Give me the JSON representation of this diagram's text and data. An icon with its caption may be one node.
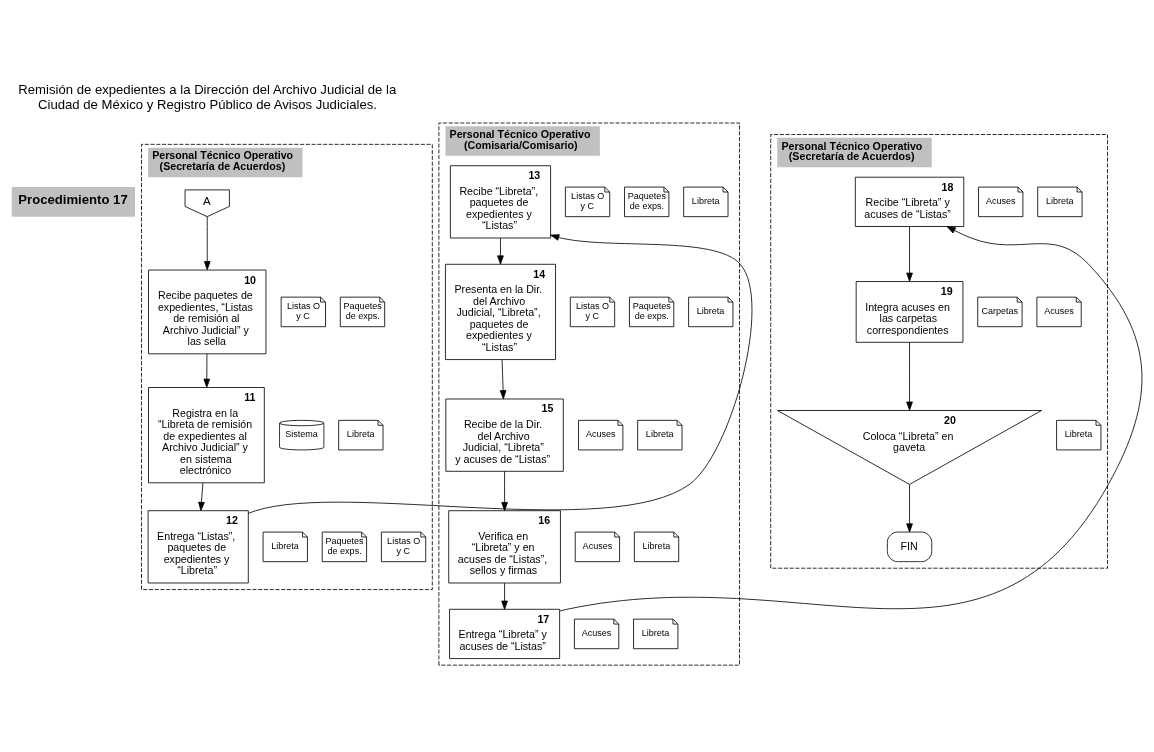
{
  "diagram": {
    "title": "Remisión de expedientes a la Dirección del Archivo Judicial de la Ciudad de México y Registro Público de Avisos Judiciales.",
    "nodes": [
      {
        "text": [
          "Personal Técnico Operativo (Secretaría de Acuerdos)"
        ]
      },
      {
        "text": [
          "Personal Técnico Operativo (Comisaria/Comisario)"
        ]
      },
      {
        "text": [
          "Personal Técnico Operativo (Secretaría de Acuerdos)"
        ]
      },
      {
        "text": [
          "A"
        ],
        "in": 0
      },
      {
        "text": [
          "10",
          "Recibe paquetes de expedientes, “Listas de remisión al Archivo Judicial” y las sella"
        ],
        "in": 0
      },
      {
        "text": [
          "Listas O y C"
        ],
        "in": 0
      },
      {
        "text": [
          "Paquetes de exps."
        ],
        "in": 0
      },
      {
        "text": [
          "11",
          "Registra en la “Libreta de remisión de expedientes al Archivo Judicial” y en sistema electrónico"
        ],
        "in": 0
      },
      {
        "text": [
          "Sistema"
        ],
        "in": 0
      },
      {
        "text": [
          "Libreta"
        ],
        "in": 0
      },
      {
        "text": [
          "12",
          "Entrega “Listas”, paquetes de expedientes y “Libreta”"
        ],
        "in": 0
      },
      {
        "text": [
          "Libreta"
        ],
        "in": 0
      },
      {
        "text": [
          "Paquetes de exps."
        ],
        "in": 0
      },
      {
        "text": [
          "Listas O y C"
        ],
        "in": 0
      },
      {
        "text": [
          "13",
          "Recibe “Libreta”, paquetes de expedientes y “Listas”"
        ],
        "in": 1
      },
      {
        "text": [
          "Listas O y C"
        ],
        "in": 1
      },
      {
        "text": [
          "Paquetes de exps."
        ],
        "in": 1
      },
      {
        "text": [
          "Libreta"
        ],
        "in": 1
      },
      {
        "text": [
          "14",
          "Presenta en la Dir. del Archivo Judicial, “Libreta”, paquetes de expedientes y “Listas”"
        ],
        "in": 1
      },
      {
        "text": [
          "Listas O y C"
        ],
        "in": 1
      },
      {
        "text": [
          "Paquetes de exps."
        ],
        "in": 1
      },
      {
        "text": [
          "Libreta"
        ],
        "in": 1
      },
      {
        "text": [
          "15",
          "Recibe de la Dir. del Archivo Judicial, “Libreta” y acuses de “Listas”"
        ],
        "in": 1
      },
      {
        "text": [
          "Acuses"
        ],
        "in": 1
      },
      {
        "text": [
          "Libreta"
        ],
        "in": 1
      },
      {
        "text": [
          "16",
          "Verifica en “Libreta” y en acuses de “Listas”, sellos y firmas"
        ],
        "in": 1
      },
      {
        "text": [
          "Acuses"
        ],
        "in": 1
      },
      {
        "text": [
          "Libreta"
        ],
        "in": 1
      },
      {
        "text": [
          "17",
          "Entrega “Libreta” y acuses de “Listas”"
        ],
        "in": 1
      },
      {
        "text": [
          "Acuses"
        ],
        "in": 1
      },
      {
        "text": [
          "Libreta"
        ],
        "in": 1
      },
      {
        "text": [
          "18",
          "Recibe “Libreta” y acuses de “Listas”"
        ],
        "in": 2
      },
      {
        "text": [
          "Acuses"
        ],
        "in": 2
      },
      {
        "text": [
          "Libreta"
        ],
        "in": 2
      },
      {
        "text": [
          "19",
          "Integra acuses en las carpetas correspondientes"
        ],
        "in": 2
      },
      {
        "text": [
          "Carpetas"
        ],
        "in": 2
      },
      {
        "text": [
          "Acuses"
        ],
        "in": 2
      },
      {
        "text": [
          "20",
          "Coloca “Libreta” en gaveta"
        ],
        "in": 2
      },
      {
        "text": [
          "Libreta"
        ],
        "in": 2
      },
      {
        "text": [
          "FIN"
        ],
        "in": 2
      }
    ],
    "edges": [
      {
        "from": 3,
        "to": 4,
        "arrow": "to"
      },
      {
        "from": 4,
        "to": 7,
        "arrow": "to"
      },
      {
        "from": 7,
        "to": 10,
        "arrow": "to"
      },
      {
        "from": 10,
        "to": 14,
        "arrow": "to"
      },
      {
        "from": 14,
        "to": 18,
        "arrow": "to"
      },
      {
        "from": 18,
        "to": 22,
        "arrow": "to"
      },
      {
        "from": 22,
        "to": 25,
        "arrow": "to"
      },
      {
        "from": 25,
        "to": 28,
        "arrow": "to"
      },
      {
        "from": 28,
        "to": 31,
        "arrow": "to"
      },
      {
        "from": 31,
        "to": 34,
        "arrow": "to"
      },
      {
        "from": 34,
        "to": 37,
        "arrow": "to"
      },
      {
        "from": 37,
        "to": 39,
        "arrow": "to"
      }
    ],
    "labels": [
      "Procedimiento 17"
    ]
  }
}
